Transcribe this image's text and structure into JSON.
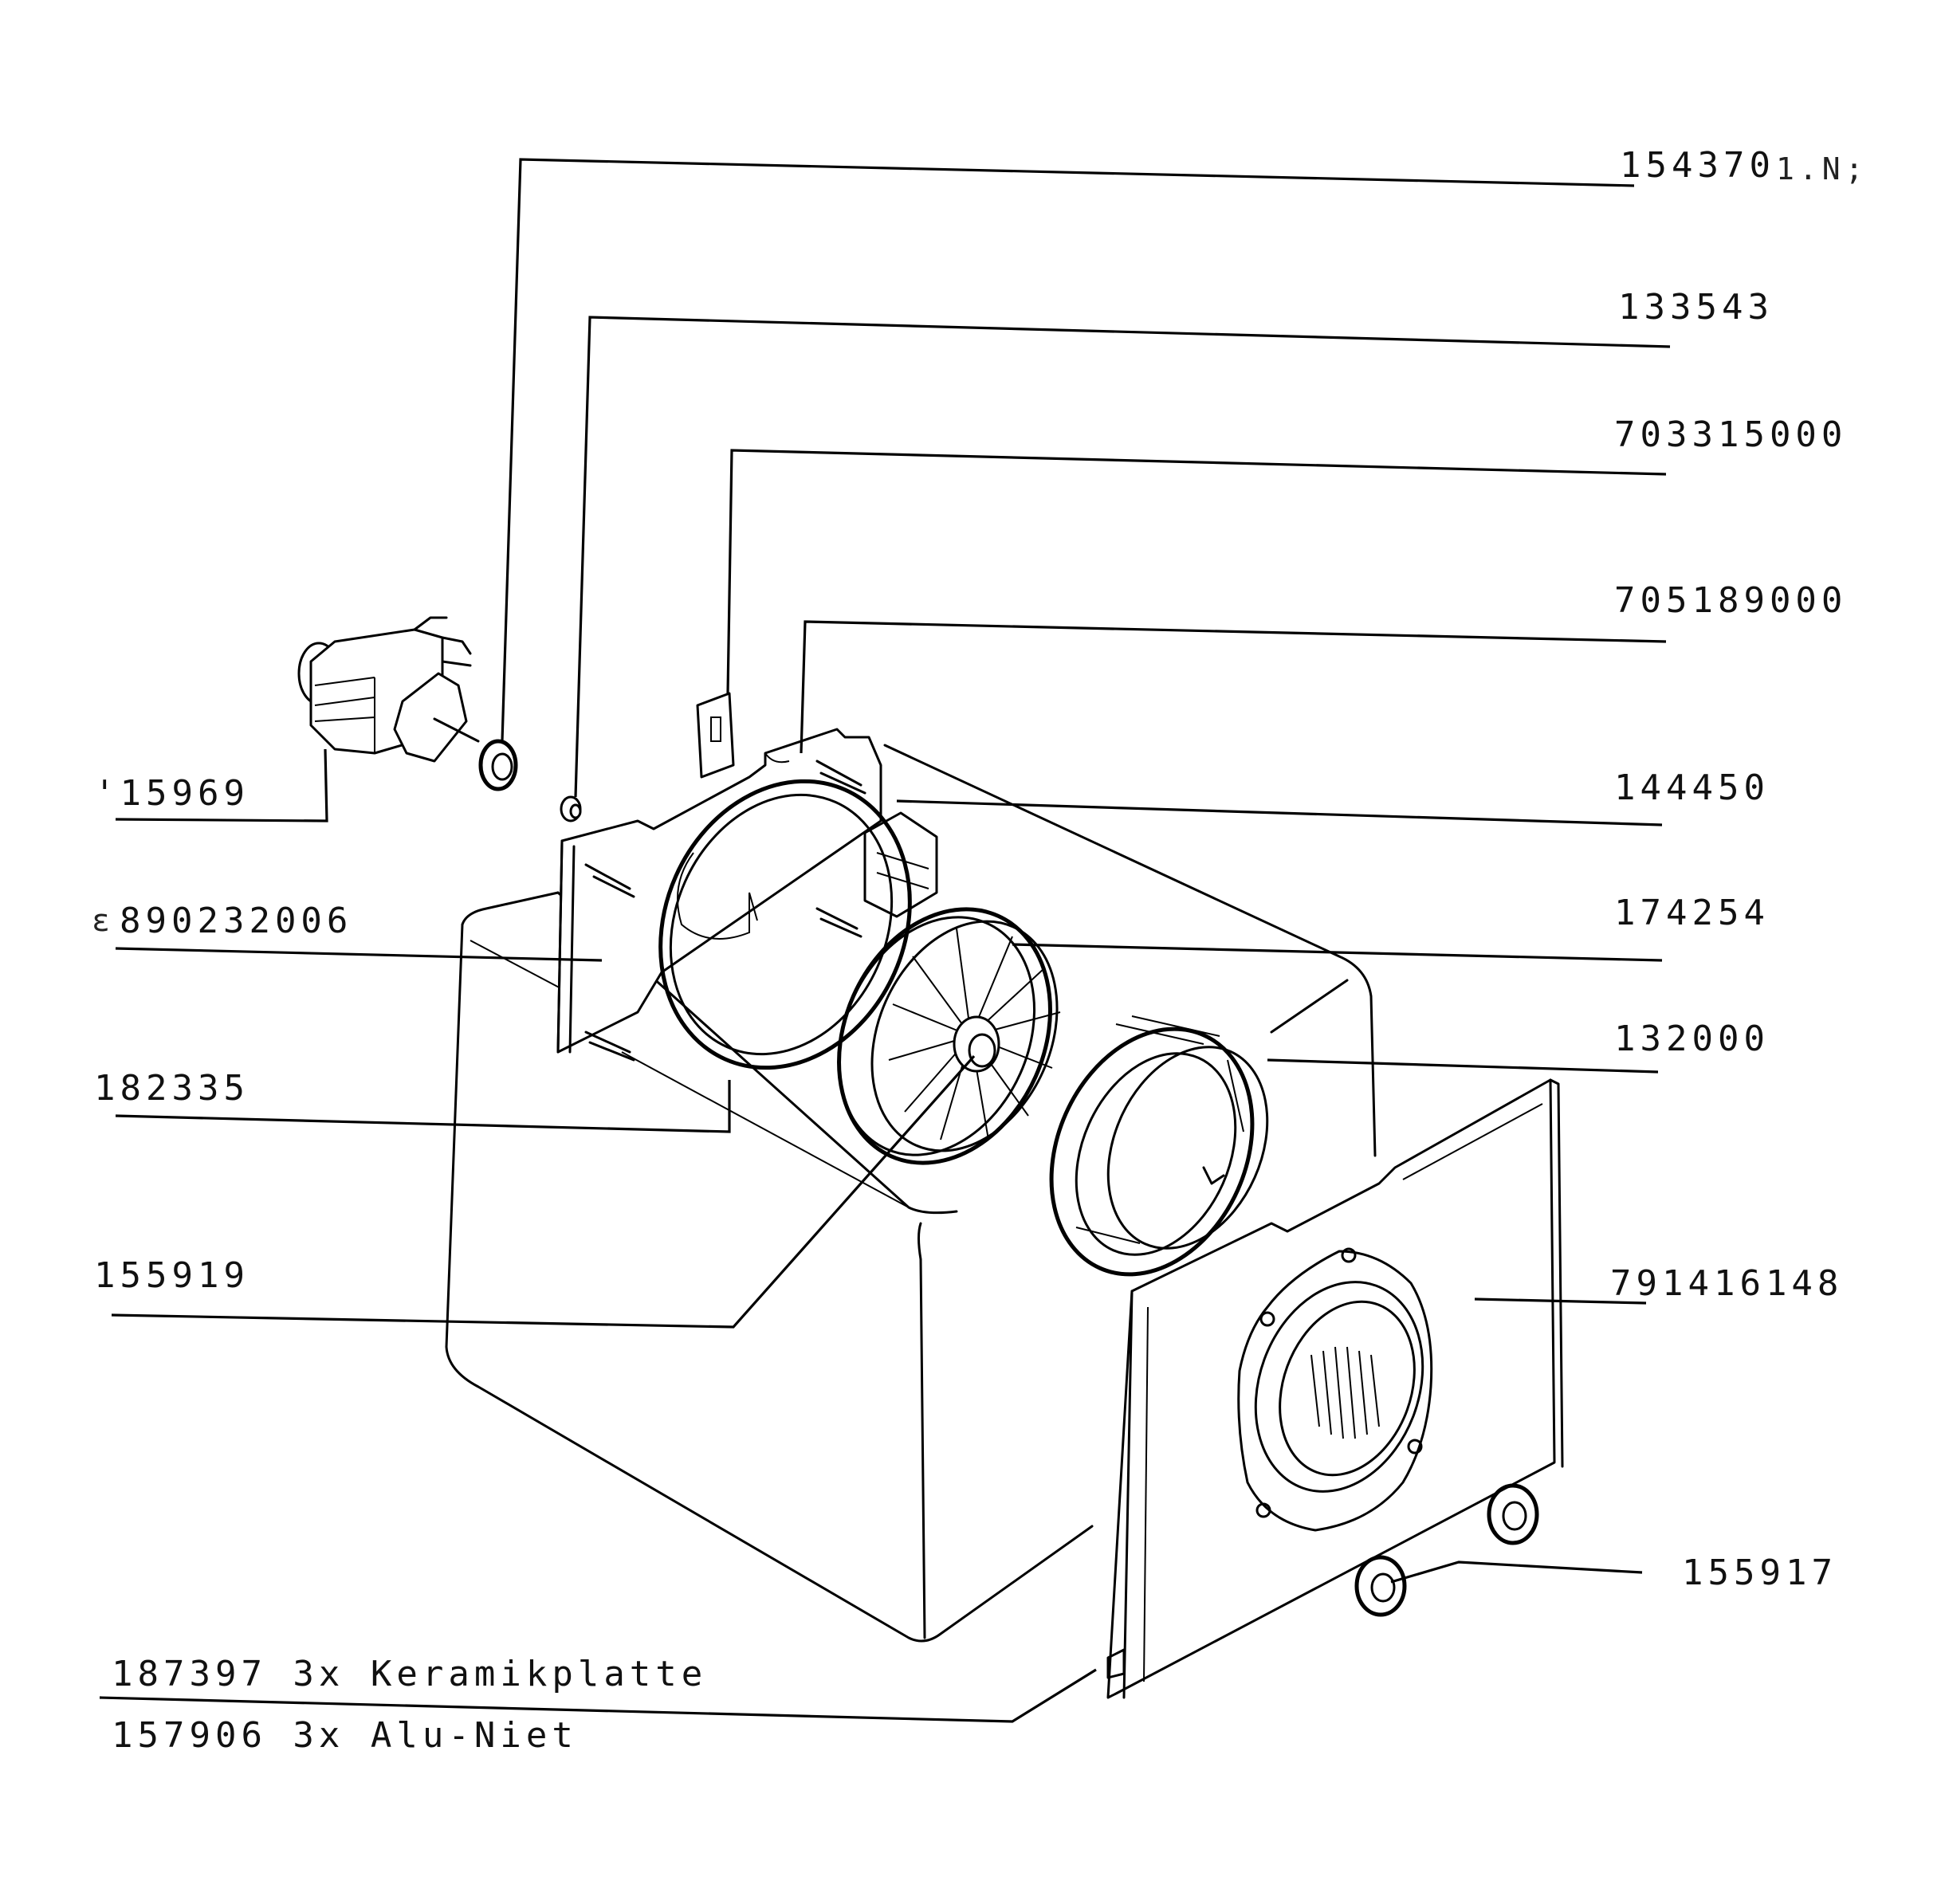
{
  "labels": {
    "p154370": "154370",
    "p154370_note": "1.N;",
    "p133543": "133543",
    "p703315000": "703315000",
    "p705189000": "705189000",
    "p115969": "'15969",
    "p144450": "144450",
    "p890232006": "890232006",
    "p890232006_prefix": "ε",
    "p174254": "174254",
    "p132000": "132000",
    "p182335": "182335",
    "p155919": "155919",
    "p791416148": "791416148",
    "p155917": "155917",
    "p187397": "187397 3x Keramikplatte",
    "p157906": "157906 3x Alu-Niet"
  }
}
